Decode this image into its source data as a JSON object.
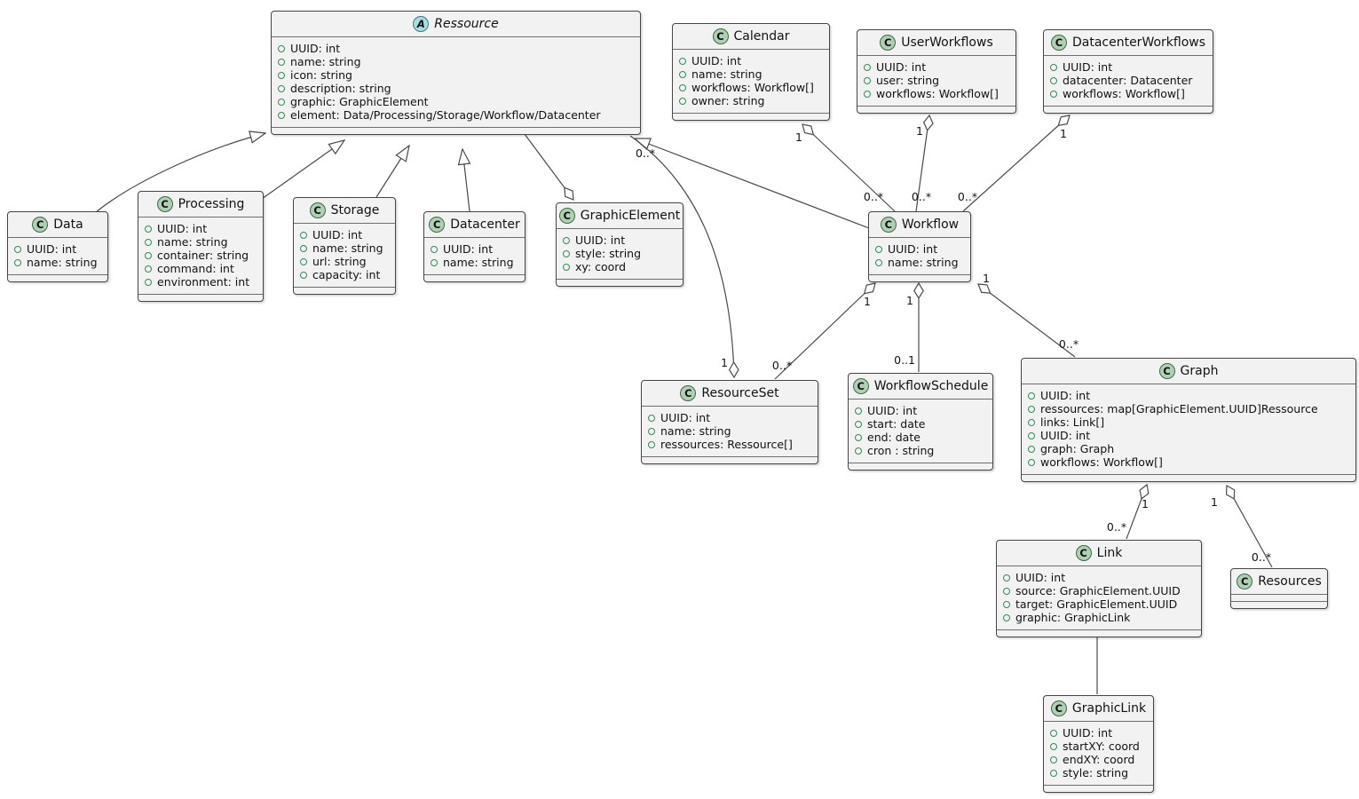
{
  "diagram_type": "uml-class-diagram",
  "colors": {
    "background": "#FFFFFF",
    "box_background": "#F2F2F2",
    "box_border": "#454545",
    "class_icon_background": "#ADD1B2",
    "abstract_icon_background": "#A9DCDF",
    "field_bullet": "#2E8F57",
    "edge_line": "#4A4A4A"
  },
  "classes": [
    {
      "kind": "abstract",
      "icon_letter": "A",
      "name": "Ressource",
      "attrs": [
        "UUID: int",
        "name: string",
        "icon: string",
        "description: string",
        "graphic: GraphicElement",
        "element: Data/Processing/Storage/Workflow/Datacenter"
      ]
    },
    {
      "kind": "class",
      "icon_letter": "C",
      "name": "Data",
      "attrs": [
        "UUID: int",
        "name: string"
      ]
    },
    {
      "kind": "class",
      "icon_letter": "C",
      "name": "Processing",
      "attrs": [
        "UUID: int",
        "name: string",
        "container: string",
        "command: int",
        "environment: int"
      ]
    },
    {
      "kind": "class",
      "icon_letter": "C",
      "name": "Storage",
      "attrs": [
        "UUID: int",
        "name: string",
        "url: string",
        "capacity: int"
      ]
    },
    {
      "kind": "class",
      "icon_letter": "C",
      "name": "Datacenter",
      "attrs": [
        "UUID: int",
        "name: string"
      ]
    },
    {
      "kind": "class",
      "icon_letter": "C",
      "name": "GraphicElement",
      "attrs": [
        "UUID: int",
        "style: string",
        "xy: coord"
      ]
    },
    {
      "kind": "class",
      "icon_letter": "C",
      "name": "Calendar",
      "attrs": [
        "UUID: int",
        "name: string",
        "workflows: Workflow[]",
        "owner: string"
      ]
    },
    {
      "kind": "class",
      "icon_letter": "C",
      "name": "UserWorkflows",
      "attrs": [
        "UUID: int",
        "user: string",
        "workflows: Workflow[]"
      ]
    },
    {
      "kind": "class",
      "icon_letter": "C",
      "name": "DatacenterWorkflows",
      "attrs": [
        "UUID: int",
        "datacenter: Datacenter",
        "workflows: Workflow[]"
      ]
    },
    {
      "kind": "class",
      "icon_letter": "C",
      "name": "Workflow",
      "attrs": [
        "UUID: int",
        "name: string"
      ]
    },
    {
      "kind": "class",
      "icon_letter": "C",
      "name": "ResourceSet",
      "attrs": [
        "UUID: int",
        "name: string",
        "ressources: Ressource[]"
      ]
    },
    {
      "kind": "class",
      "icon_letter": "C",
      "name": "WorkflowSchedule",
      "attrs": [
        "UUID: int",
        "start: date",
        "end: date",
        "cron : string"
      ]
    },
    {
      "kind": "class",
      "icon_letter": "C",
      "name": "Graph",
      "attrs": [
        "UUID: int",
        "ressources: map[GraphicElement.UUID]Ressource",
        "links: Link[]",
        "UUID: int",
        "graph: Graph",
        "workflows: Workflow[]"
      ]
    },
    {
      "kind": "class",
      "icon_letter": "C",
      "name": "Link",
      "attrs": [
        "UUID: int",
        "source: GraphicElement.UUID",
        "target: GraphicElement.UUID",
        "graphic: GraphicLink"
      ]
    },
    {
      "kind": "class",
      "icon_letter": "C",
      "name": "Resources",
      "attrs": []
    },
    {
      "kind": "class",
      "icon_letter": "C",
      "name": "GraphicLink",
      "attrs": [
        "UUID: int",
        "startXY: coord",
        "endXY: coord",
        "style: string"
      ]
    }
  ],
  "edges": [
    {
      "from": "Data",
      "to": "Ressource",
      "type": "generalization"
    },
    {
      "from": "Processing",
      "to": "Ressource",
      "type": "generalization"
    },
    {
      "from": "Storage",
      "to": "Ressource",
      "type": "generalization"
    },
    {
      "from": "Datacenter",
      "to": "Ressource",
      "type": "generalization"
    },
    {
      "from": "Workflow",
      "to": "Ressource",
      "type": "generalization"
    },
    {
      "from": "Ressource",
      "to": "GraphicElement",
      "type": "aggregation",
      "diamond_at": "GraphicElement"
    },
    {
      "from": "Ressource",
      "to": "ResourceSet",
      "type": "aggregation",
      "diamond_at": "ResourceSet",
      "near_label": "1",
      "far_label": "0..*"
    },
    {
      "from": "Workflow",
      "to": "Calendar",
      "type": "aggregation",
      "diamond_at": "Calendar",
      "near_label": "1",
      "far_label": "0..*"
    },
    {
      "from": "Workflow",
      "to": "UserWorkflows",
      "type": "aggregation",
      "diamond_at": "UserWorkflows",
      "near_label": "1",
      "far_label": "0..*"
    },
    {
      "from": "Workflow",
      "to": "DatacenterWorkflows",
      "type": "aggregation",
      "diamond_at": "DatacenterWorkflows",
      "near_label": "1",
      "far_label": "0..*"
    },
    {
      "from": "ResourceSet",
      "to": "Workflow",
      "type": "aggregation",
      "diamond_at": "Workflow",
      "near_label": "1",
      "far_label": "0..*"
    },
    {
      "from": "WorkflowSchedule",
      "to": "Workflow",
      "type": "aggregation",
      "diamond_at": "Workflow",
      "near_label": "1",
      "far_label": "0..1"
    },
    {
      "from": "Graph",
      "to": "Workflow",
      "type": "aggregation",
      "diamond_at": "Workflow",
      "near_label": "1",
      "far_label": "0..*"
    },
    {
      "from": "Link",
      "to": "Graph",
      "type": "aggregation",
      "diamond_at": "Graph",
      "near_label": "1",
      "far_label": "0..*"
    },
    {
      "from": "Resources",
      "to": "Graph",
      "type": "aggregation",
      "diamond_at": "Graph",
      "near_label": "1",
      "far_label": "0..*"
    },
    {
      "from": "Link",
      "to": "GraphicLink",
      "type": "association"
    }
  ]
}
